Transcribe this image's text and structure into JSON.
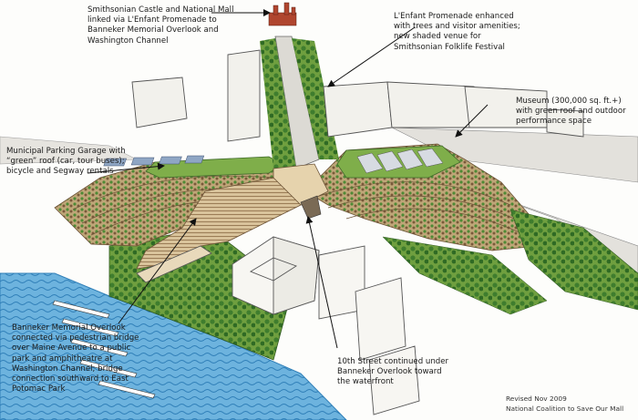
{
  "labels": {
    "castle": "Smithsonian Castle and National Mall\nlinked via L'Enfant Promenade to\nBanneker Memorial Overlook and\nWashington Channel",
    "promenade": "L'Enfant Promenade enhanced\nwith trees and visitor amenities;\nnew shaded venue for\nSmithsonian Folklife Festival",
    "museum": "Museum (300,000 sq. ft.+)\nwith green roof and outdoor\nperformance space",
    "garage": "Municipal Parking Garage with\n“green” roof (car, tour buses);\nbicycle and Segway rentals",
    "overlook": "Banneker Memorial Overlook\nconnected via pedestrian bridge\nover Maine Avenue to a public\npark and amphitheatre at\nWashington Channel; bridge\nconnection southward to East\nPotomac Park",
    "street": "10th Street continued under\nBanneker Overlook toward\nthe waterfront"
  },
  "credit": {
    "line1": "Revised Nov 2009",
    "line2": "National Coalition to Save Our Mall"
  },
  "colors": {
    "water": "#5aa9d8",
    "water_dark": "#2f7fb8",
    "grass": "#7fae4a",
    "tree": "#3f7d2e",
    "terrace": "#c9b38c",
    "building": "#f2f1ec",
    "road": "#d8d6d0",
    "pv_panel": "#8fa6c4"
  }
}
